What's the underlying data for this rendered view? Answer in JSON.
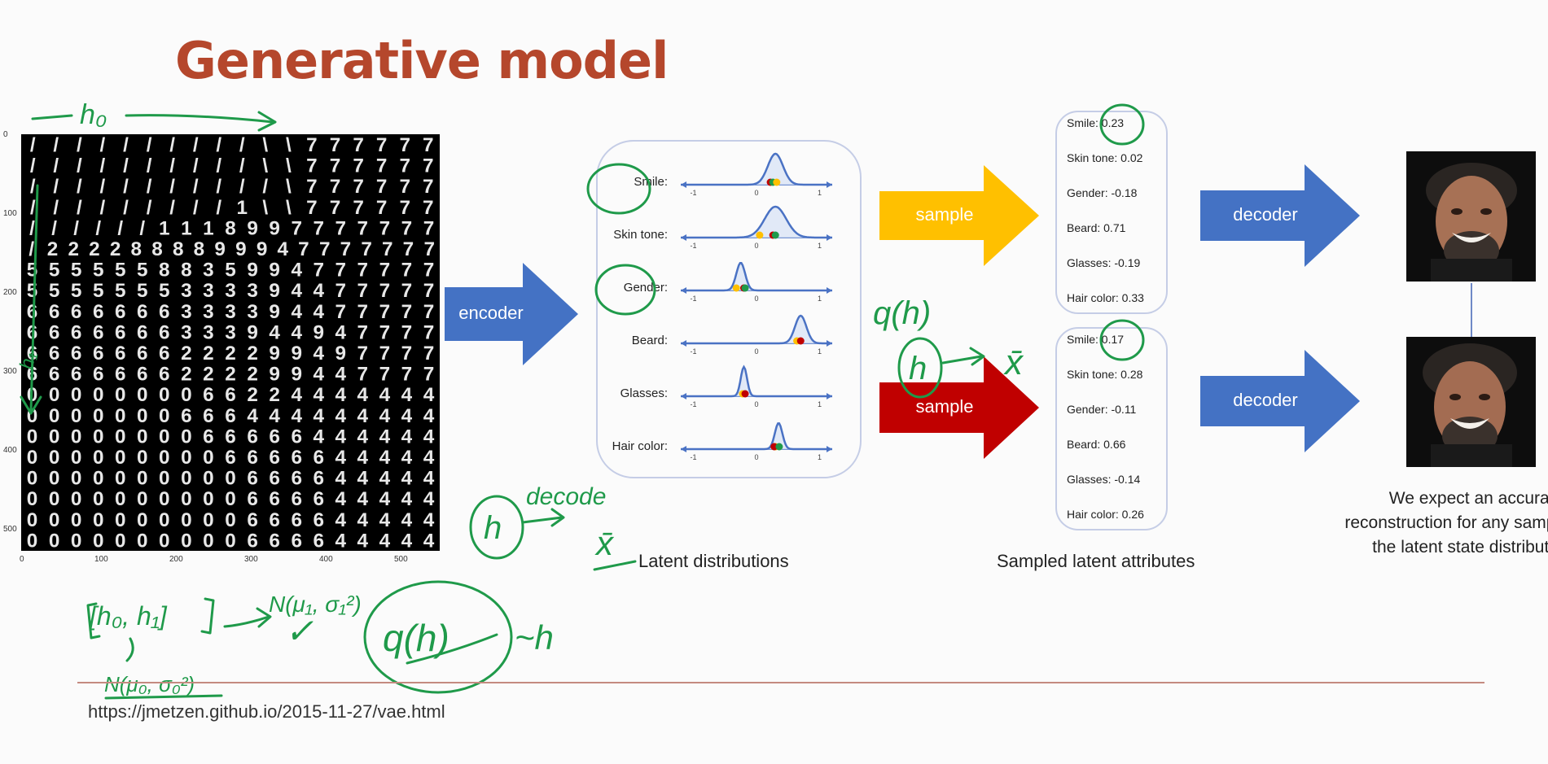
{
  "slide": {
    "title": "Generative model",
    "source_url": "https://jmetzen.github.io/2015-11-27/vae.html"
  },
  "mnist_plot": {
    "y_ticks": [
      "0",
      "100",
      "200",
      "300",
      "400",
      "500"
    ],
    "x_ticks": [
      "0",
      "100",
      "200",
      "300",
      "400",
      "500"
    ],
    "digit_rows": [
      "//////////\\\\777777",
      "//////////\\\\777777",
      "///////////\\777777",
      "/////////1\\\\777777",
      "//////1118997777777",
      "/2222888899947777777",
      "5555558835994777777",
      "5555555333394477777",
      "6666666333394477777",
      "6666666333944947777",
      "6666666222299497777",
      "6666666222299447777",
      "0000000066224444444",
      "0000000666444444444",
      "0000000066666444444",
      "0000000006666644444",
      "0000000000666644444",
      "0000000000666644444",
      "0000000000666644444",
      "0000000000666644444"
    ]
  },
  "colors": {
    "encoder_arrow": "#4472c4",
    "sample_top_arrow": "#ffc000",
    "sample_bottom_arrow": "#c00000",
    "decoder_arrow": "#4472c4",
    "title": "#b5472c",
    "ink": "#1f9a4a",
    "curve": "#4a72c4"
  },
  "diagram": {
    "encoder_label": "encoder",
    "sample_label_top": "sample",
    "sample_label_bottom": "sample",
    "decoder_label_top": "decoder",
    "decoder_label_bottom": "decoder",
    "latent_caption": "Latent distributions",
    "sampled_caption": "Sampled latent attributes",
    "expect_caption": "We expect an accurate reconstruction for any sample from the latent state distributions",
    "axis_ticks": [
      "-1",
      "0",
      "1"
    ],
    "distributions": [
      {
        "label": "Smile:"
      },
      {
        "label": "Skin tone:"
      },
      {
        "label": "Gender:"
      },
      {
        "label": "Beard:"
      },
      {
        "label": "Glasses:"
      },
      {
        "label": "Hair color:"
      }
    ],
    "sampled_top": [
      {
        "label": "Smile: 0.23"
      },
      {
        "label": "Skin tone: 0.02"
      },
      {
        "label": "Gender: -0.18"
      },
      {
        "label": "Beard: 0.71"
      },
      {
        "label": "Glasses: -0.19"
      },
      {
        "label": "Hair color: 0.33"
      }
    ],
    "sampled_bottom": [
      {
        "label": "Smile: 0.17"
      },
      {
        "label": "Skin tone: 0.28"
      },
      {
        "label": "Gender: -0.11"
      },
      {
        "label": "Beard: 0.66"
      },
      {
        "label": "Glasses: -0.14"
      },
      {
        "label": "Hair color: 0.26"
      }
    ]
  },
  "handwriting": {
    "h0": "h₀",
    "h1": "h₁",
    "q_h_mid": "q(h)",
    "h_mid": "h",
    "x_bar": "x̄",
    "decode": "decode",
    "h_bottom": "h",
    "x_bottom": "x̄",
    "pair": "[h₀, h₁]",
    "normal_1": "N(μ₁, σ₁²)",
    "normal_0": "N(μ₀, σ₀²)",
    "q_h_bottom": "q(h)",
    "tilde_h": "~h",
    "check": "✓"
  }
}
